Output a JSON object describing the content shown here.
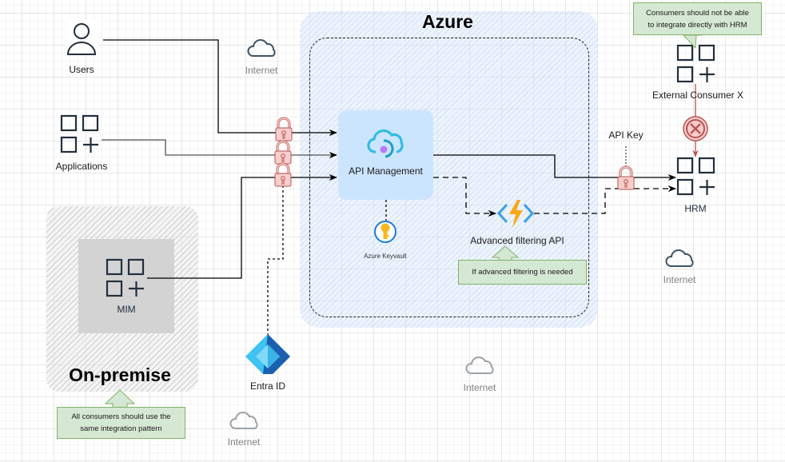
{
  "zones": {
    "azure_title": "Azure",
    "onprem_title": "On-premise"
  },
  "nodes": {
    "users": "Users",
    "applications": "Applications",
    "mim": "MIM",
    "api_management": "API Management",
    "azure_keyvault": "Azure Keyvault",
    "advanced_filtering_api": "Advanced filtering API",
    "entra_id": "Entra ID",
    "hrm": "HRM",
    "external_consumer": "External Consumer X"
  },
  "clouds": {
    "internet_top": "Internet",
    "internet_right": "Internet",
    "internet_center": "Internet",
    "internet_bottom": "Internet"
  },
  "edge_labels": {
    "api_key": "API Key"
  },
  "notes": {
    "external_consumer_note_line1": "Consumers should not be able",
    "external_consumer_note_line2": "to integrate directly with HRM",
    "advanced_filtering_note": "If advanced filtering is needed",
    "onprem_note_line1": "All consumers should use the",
    "onprem_note_line2": "same integration pattern"
  },
  "colors": {
    "azure_zone": "#dae8fc",
    "apim_fill": "#cce5ff",
    "note_fill": "#d5e8d4",
    "note_border": "#82b366",
    "lock_fill": "#f8cecc",
    "lock_stroke": "#b85450",
    "blocked": "#b85450",
    "icon_stroke": "#232f3e"
  }
}
